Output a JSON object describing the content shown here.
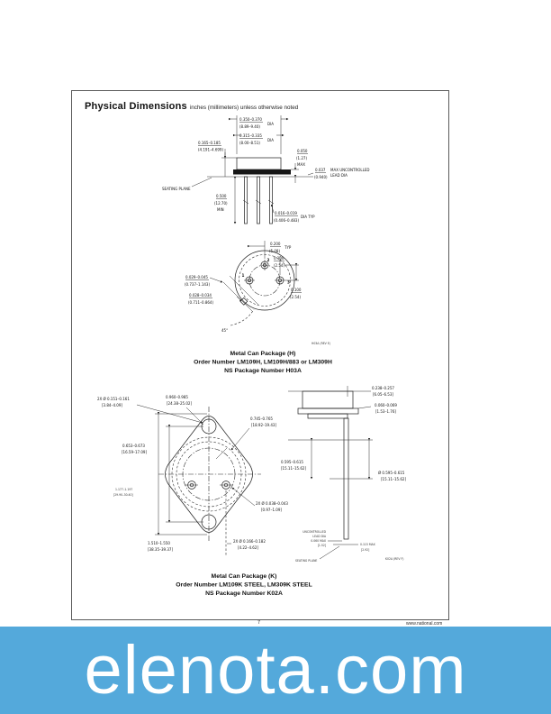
{
  "header": {
    "title": "Physical Dimensions",
    "subtitle": "inches (millimeters) unless otherwise noted"
  },
  "fig_h": {
    "caption": [
      "Metal Can Package (H)",
      "Order Number LM109H, LM109H/883 or LM309H",
      "NS Package Number H03A"
    ],
    "ref": "H03A (REV E)",
    "pins": [
      "1",
      "2",
      "3"
    ],
    "labels": {
      "top1": [
        "0.350–0.370",
        "(8.89–9.40)",
        "DIA"
      ],
      "top2": [
        "0.315–0.335",
        "(8.00–8.51)",
        "DIA"
      ],
      "cap_height": [
        "0.165–0.185",
        "(4.191–4.699)"
      ],
      "seating": "SEATING PLANE",
      "lead_len": [
        "0.500",
        "(12.70)",
        "MIN"
      ],
      "flange": [
        "0.050",
        "(1.27)",
        "MAX"
      ],
      "lead_note": [
        "0.037",
        "(0.940)",
        "MAX UNCONTROLLED",
        "LEAD DIA"
      ],
      "lead_dia": [
        "0.016–0.019",
        "(0.406–0.483)",
        "DIA TYP"
      ],
      "pin_circle": [
        "0.200",
        "(5.08)",
        "TYP"
      ],
      "pin_space_t": [
        "0.100",
        "(2.54)"
      ],
      "pin_space_r": [
        "0.100",
        "(2.54)"
      ],
      "tab_len": [
        "0.029–0.045",
        "(0.737–1.143)"
      ],
      "tab_w": [
        "0.028–0.034",
        "(0.711–0.864)"
      ],
      "tab_angle": "45°"
    }
  },
  "fig_k": {
    "caption": [
      "Metal Can Package (K)",
      "Order Number LM109K STEEL, LM309K STEEL",
      "NS Package Number K02A"
    ],
    "ref": "K02A (REV F)",
    "labels": {
      "holes": [
        "2X Ø 0.151–0.161",
        "[3.84–4.09]"
      ],
      "width": [
        "0.960–0.985",
        "[24.38–25.02]"
      ],
      "corner": [
        "0.745–0.765",
        "[18.92–19.43]"
      ],
      "half_len": [
        "0.653–0.673",
        "[16.59–17.09]"
      ],
      "hole_cc": [
        "1.177–1.197",
        "[29.90–30.40]"
      ],
      "overall": [
        "1.510–1.550",
        "[38.35–39.37]"
      ],
      "pin_dia": [
        "2X Ø 0.038–0.043",
        "[0.97–1.09]"
      ],
      "seal_dia": [
        "2X Ø 0.166–0.182",
        "[4.22–4.62]"
      ],
      "cap_h": [
        "0.238–0.257",
        "[6.05–6.53]"
      ],
      "flange_t": [
        "0.060–0.069",
        "[1.53–1.76]"
      ],
      "body_w": [
        "0.595–0.615",
        "[15.11–15.62]"
      ],
      "boss_dia": [
        "Ø 0.595–0.615",
        "[15.11–15.62]"
      ],
      "lead_note": [
        "UNCONTROLLED",
        "LEAD DIA",
        "0.060 MAX",
        "[1.52]"
      ],
      "seat_max": [
        "0.115 MAX",
        "[2.92]"
      ],
      "seating": "SEATING PLANE"
    }
  },
  "footer": {
    "page_number": "7",
    "website": "www.national.com"
  },
  "banner": {
    "text": "elenota.com",
    "color": "#54a9db"
  }
}
